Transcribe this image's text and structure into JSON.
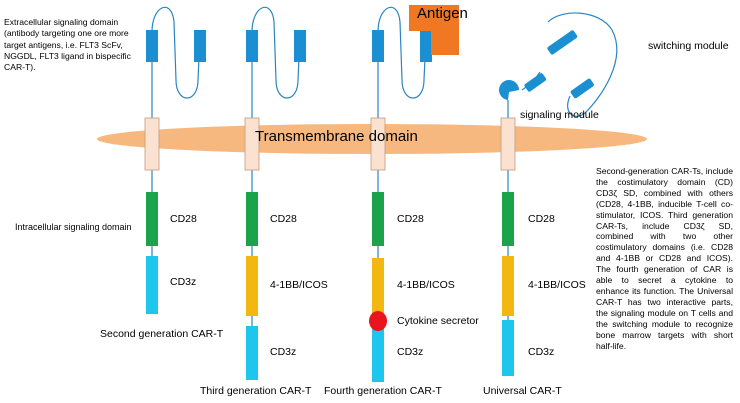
{
  "colors": {
    "membrane": "#f7b87f",
    "hinge": "#fbe1cf",
    "hinge_stroke": "#c49a7a",
    "scfv": "#1a8fd1",
    "cd28": "#1aa34a",
    "costim": "#f2b80f",
    "cd3z": "#1cc6ec",
    "cytokine": "#e8141e",
    "antigen": "#f07822",
    "line": "#2a86c0"
  },
  "labels": {
    "extracellular": "Extracellular signaling domain (antibody targeting one ore more target antigens, i.e. FLT3 ScFv, NGGDL, FLT3 ligand in bispecific CAR-T).",
    "intracellular": "Intracellular signaling domain",
    "transmembrane": "Transmembrane domain",
    "antigen": "Antigen",
    "switching_module": "switching module",
    "signaling_module": "signaling module",
    "cytokine_secretor": "Cytokine secretor",
    "description": "Second-generation CAR-Ts, include the costimulatory domain (CD) CD3ζ SD, combined with others (CD28, 4-1BB, inducible T-cell co-stimulator, ICOS. Third generation CAR-Ts, include CD3ζ SD, combined with two other costimulatory domains (i.e. CD28 and 4-1BB or CD28 and ICOS). The fourth generation of CAR is able to secret a cytokine to enhance its function. The Universal CAR-T has two interactive parts, the signaling module on T cells and the switching module to recognize bone marrow targets with short half-life."
  },
  "generations": [
    {
      "name": "Second generation CAR-T",
      "domains": [
        "CD28",
        "CD3z"
      ]
    },
    {
      "name": "Third generation CAR-T",
      "domains": [
        "CD28",
        "4-1BB/ICOS",
        "CD3z"
      ]
    },
    {
      "name": "Fourth generation CAR-T",
      "domains": [
        "CD28",
        "4-1BB/ICOS",
        "CD3z"
      ]
    },
    {
      "name": "Universal CAR-T",
      "domains": [
        "CD28",
        "4-1BB/ICOS",
        "CD3z"
      ]
    }
  ]
}
